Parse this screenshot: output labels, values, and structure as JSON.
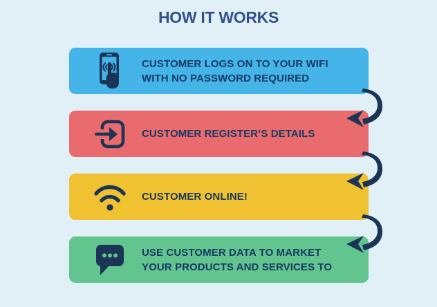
{
  "title": "HOW IT WORKS",
  "colors": {
    "background": "#e1f0f7",
    "title_text": "#33508c",
    "bar_text": "#173a63",
    "icon_navy": "#1b3557",
    "arrow_navy": "#1b3557"
  },
  "steps": [
    {
      "icon": "phone-tap-icon",
      "color": "#45b5e9",
      "lines": [
        "CUSTOMER LOGS ON TO YOUR WIFI",
        "WITH NO PASSWORD REQUIRED"
      ]
    },
    {
      "icon": "login-icon",
      "color": "#e96b6d",
      "lines": [
        "CUSTOMER REGISTER’S DETAILS"
      ]
    },
    {
      "icon": "wifi-icon",
      "color": "#f0c130",
      "lines": [
        "CUSTOMER ONLINE!"
      ]
    },
    {
      "icon": "chat-icon",
      "color": "#62c48f",
      "lines": [
        "USE CUSTOMER DATA TO MARKET",
        "YOUR PRODUCTS AND SERVICES TO"
      ]
    }
  ],
  "connectors": [
    {
      "name": "arrow-step1-to-step2"
    },
    {
      "name": "arrow-step2-to-step3"
    },
    {
      "name": "arrow-step3-to-step4"
    }
  ]
}
